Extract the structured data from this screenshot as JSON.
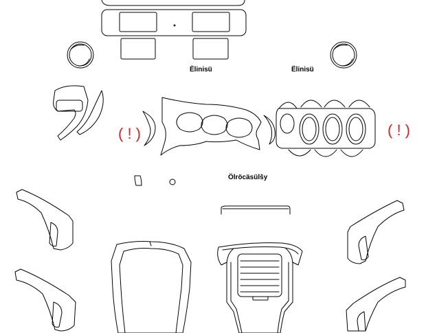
{
  "labels": {
    "left_label": "Ëlinisü",
    "right_label": "Ëlinisü",
    "center_label": "Ölröcäsülšy"
  },
  "warnings": {
    "left": "( ! )",
    "right": "( ! )"
  },
  "colors": {
    "line": "#000000",
    "warning": "#e02020",
    "background": "#ffffff"
  }
}
